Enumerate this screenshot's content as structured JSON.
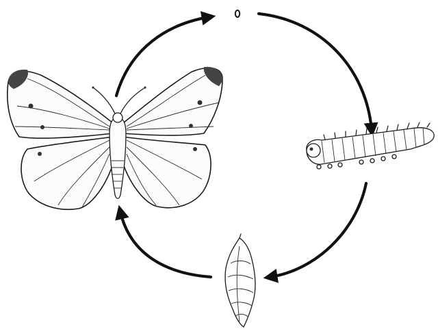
{
  "diagram": {
    "stages": [
      {
        "id": "egg",
        "icon": "egg-icon"
      },
      {
        "id": "caterpillar",
        "icon": "caterpillar-icon"
      },
      {
        "id": "pupa",
        "icon": "chrysalis-icon"
      },
      {
        "id": "butterfly",
        "icon": "butterfly-icon"
      }
    ],
    "cycle_order": [
      "egg",
      "caterpillar",
      "pupa",
      "butterfly"
    ],
    "colors": {
      "ink": "#1a1a1a",
      "background": "#ffffff"
    }
  }
}
